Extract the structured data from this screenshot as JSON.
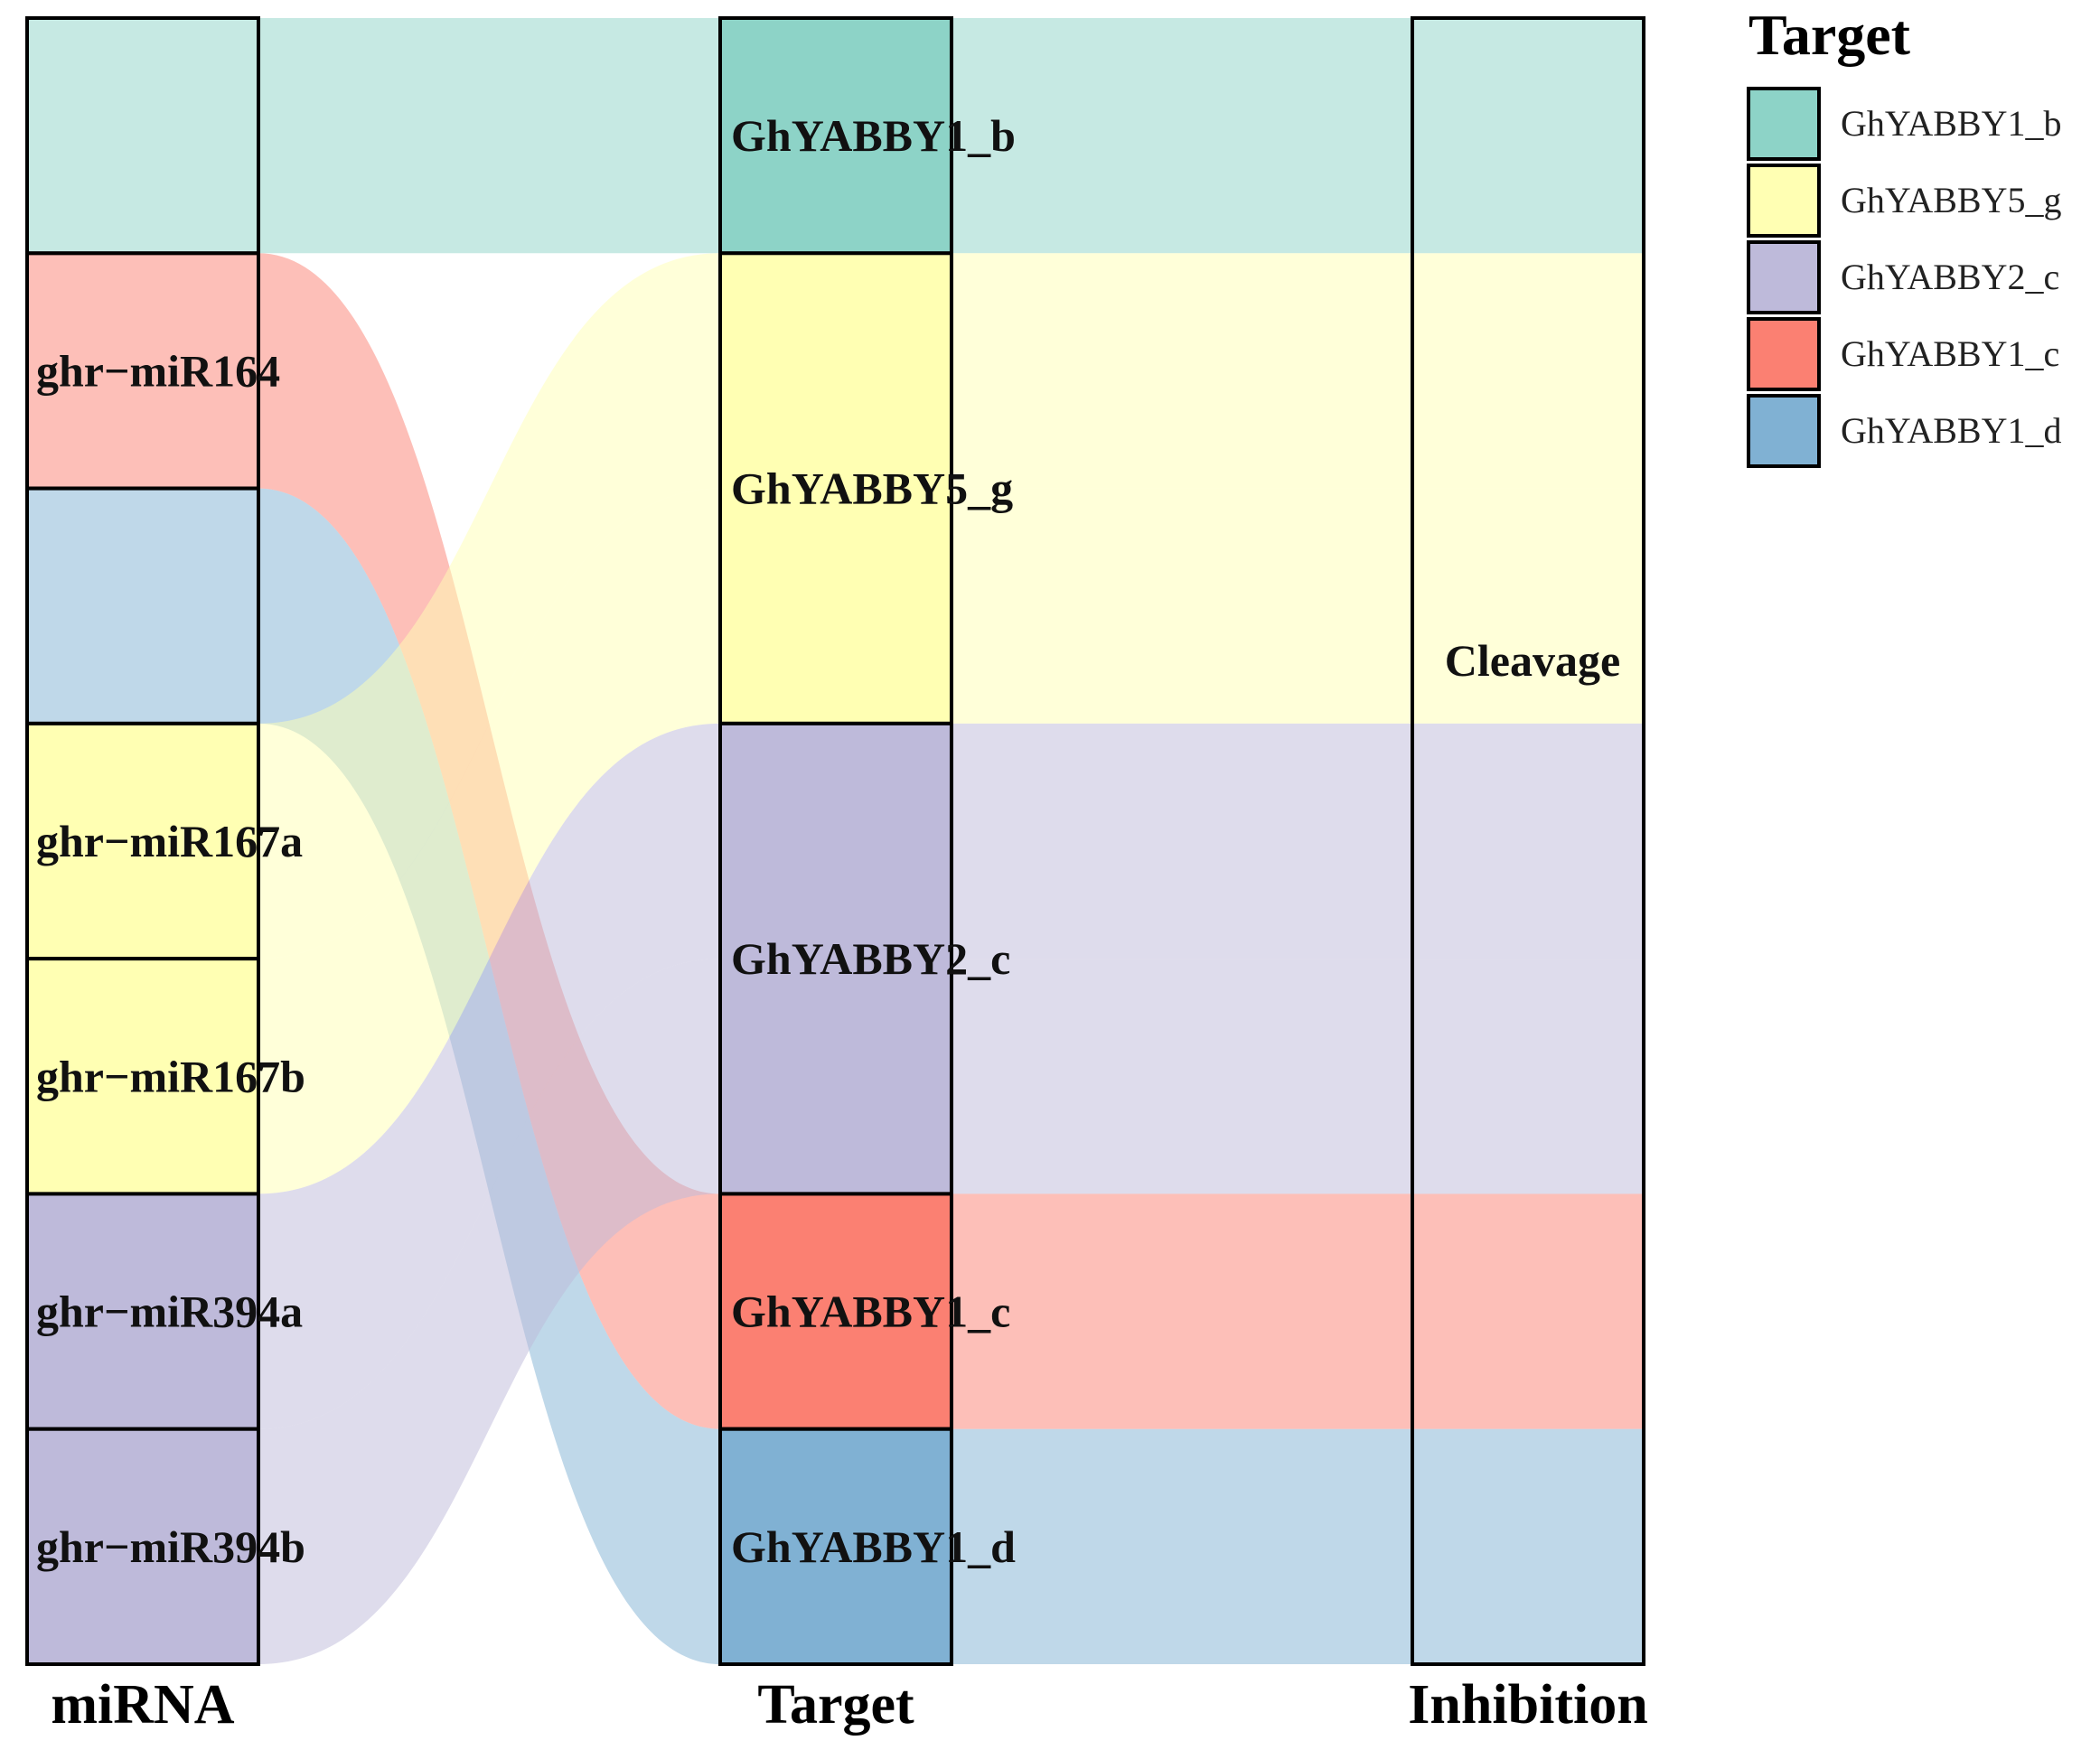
{
  "chart_data": {
    "type": "alluvial",
    "axes": [
      "miRNA",
      "Target",
      "Inhibition"
    ],
    "fill_by": "Target",
    "flows": [
      {
        "miRNA": "",
        "Target": "GhYABBY1_b",
        "Inhibition": "Cleavage",
        "value": 1
      },
      {
        "miRNA": "ghr−miR164",
        "Target": "GhYABBY1_c",
        "Inhibition": "Cleavage",
        "value": 1
      },
      {
        "miRNA": "",
        "Target": "GhYABBY1_d",
        "Inhibition": "Cleavage",
        "value": 1
      },
      {
        "miRNA": "ghr−miR167a",
        "Target": "GhYABBY5_g",
        "Inhibition": "Cleavage",
        "value": 1
      },
      {
        "miRNA": "ghr−miR167b",
        "Target": "GhYABBY5_g",
        "Inhibition": "Cleavage",
        "value": 1
      },
      {
        "miRNA": "ghr−miR394a",
        "Target": "GhYABBY2_c",
        "Inhibition": "Cleavage",
        "value": 1
      },
      {
        "miRNA": "ghr−miR394b",
        "Target": "GhYABBY2_c",
        "Inhibition": "Cleavage",
        "value": 1
      }
    ],
    "miRNA_strata": [
      "",
      "ghr−miR164",
      "",
      "ghr−miR167a",
      "ghr−miR167b",
      "ghr−miR394a",
      "ghr−miR394b"
    ],
    "miRNA_stratum_fill": [
      "#ffffff",
      "#ffffff",
      "#ffffff",
      "#FFFFB3",
      "#FFFFB3",
      "#BEBADA",
      "#BEBADA"
    ],
    "target_strata": [
      "GhYABBY1_b",
      "GhYABBY5_g",
      "GhYABBY2_c",
      "GhYABBY1_c",
      "GhYABBY1_d"
    ],
    "inhibition_strata": [
      "Cleavage"
    ],
    "colors": {
      "GhYABBY1_b": "#8DD3C7",
      "GhYABBY5_g": "#FFFFB3",
      "GhYABBY2_c": "#BEBADA",
      "GhYABBY1_c": "#FB8072",
      "GhYABBY1_d": "#80B1D3"
    },
    "legend": {
      "title": "Target",
      "position": "top-right",
      "entries": [
        "GhYABBY1_b",
        "GhYABBY5_g",
        "GhYABBY2_c",
        "GhYABBY1_c",
        "GhYABBY1_d"
      ]
    }
  }
}
